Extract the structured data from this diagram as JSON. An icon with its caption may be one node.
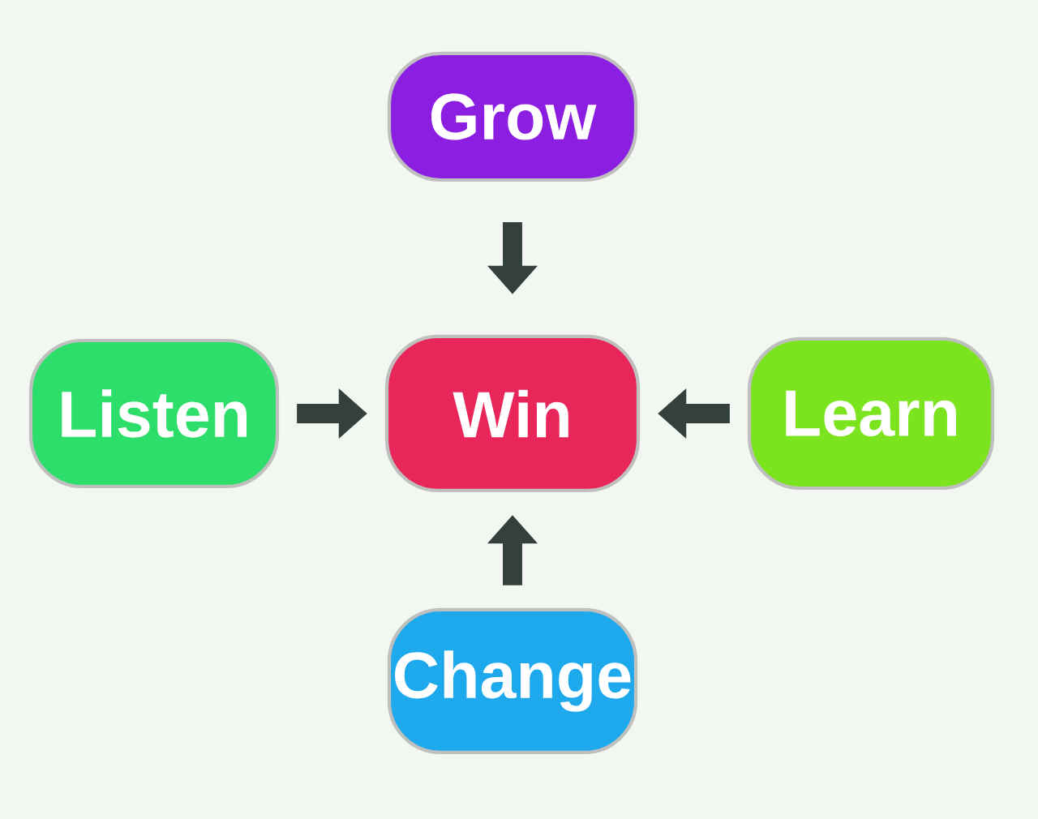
{
  "diagram": {
    "nodes": [
      {
        "text": [
          "Grow"
        ]
      },
      {
        "text": [
          "Listen"
        ]
      },
      {
        "text": [
          "Win"
        ]
      },
      {
        "text": [
          "Learn"
        ]
      },
      {
        "text": [
          "Change"
        ]
      }
    ],
    "edges": [
      {
        "from": 0,
        "to": 2,
        "arrow": "to"
      },
      {
        "from": 1,
        "to": 2,
        "arrow": "to"
      },
      {
        "from": 3,
        "to": 2,
        "arrow": "to"
      },
      {
        "from": 4,
        "to": 2,
        "arrow": "to"
      }
    ]
  }
}
